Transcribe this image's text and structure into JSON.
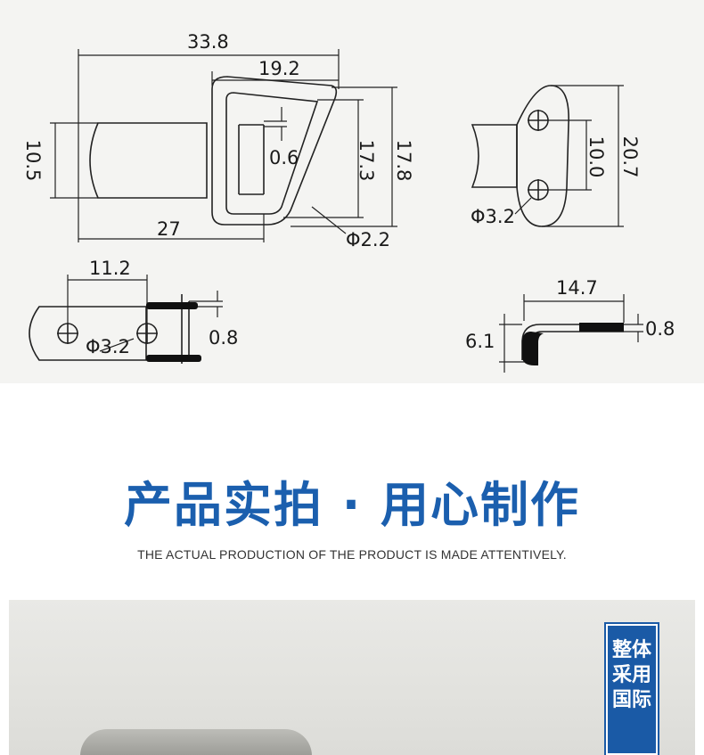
{
  "drawing": {
    "dims": {
      "overall_length": "33.8",
      "loop_width": "19.2",
      "height_left": "10.5",
      "wire_offset": "0.6",
      "loop_inner": "17.3",
      "loop_outer": "17.8",
      "base_length": "27",
      "wire_diameter": "Φ2.2",
      "plate_height": "20.7",
      "hole_spacing_vertical": "10.0",
      "hole_diameter_right": "Φ3.2",
      "hole_spacing": "11.2",
      "hole_diameter_left": "Φ3.2",
      "plate_thickness_left": "0.8",
      "hook_length": "14.7",
      "hook_height": "6.1",
      "plate_thickness_right": "0.8"
    }
  },
  "section": {
    "title": "产品实拍 · 用心制作",
    "subtitle": "THE ACTUAL PRODUCTION OF THE PRODUCT IS MADE ATTENTIVELY."
  },
  "side_label": {
    "text": "整体采用国际"
  },
  "colors": {
    "title_blue": "#1b5fae",
    "label_blue": "#1a5aa6",
    "drawing_bg": "#f4f4f2"
  }
}
